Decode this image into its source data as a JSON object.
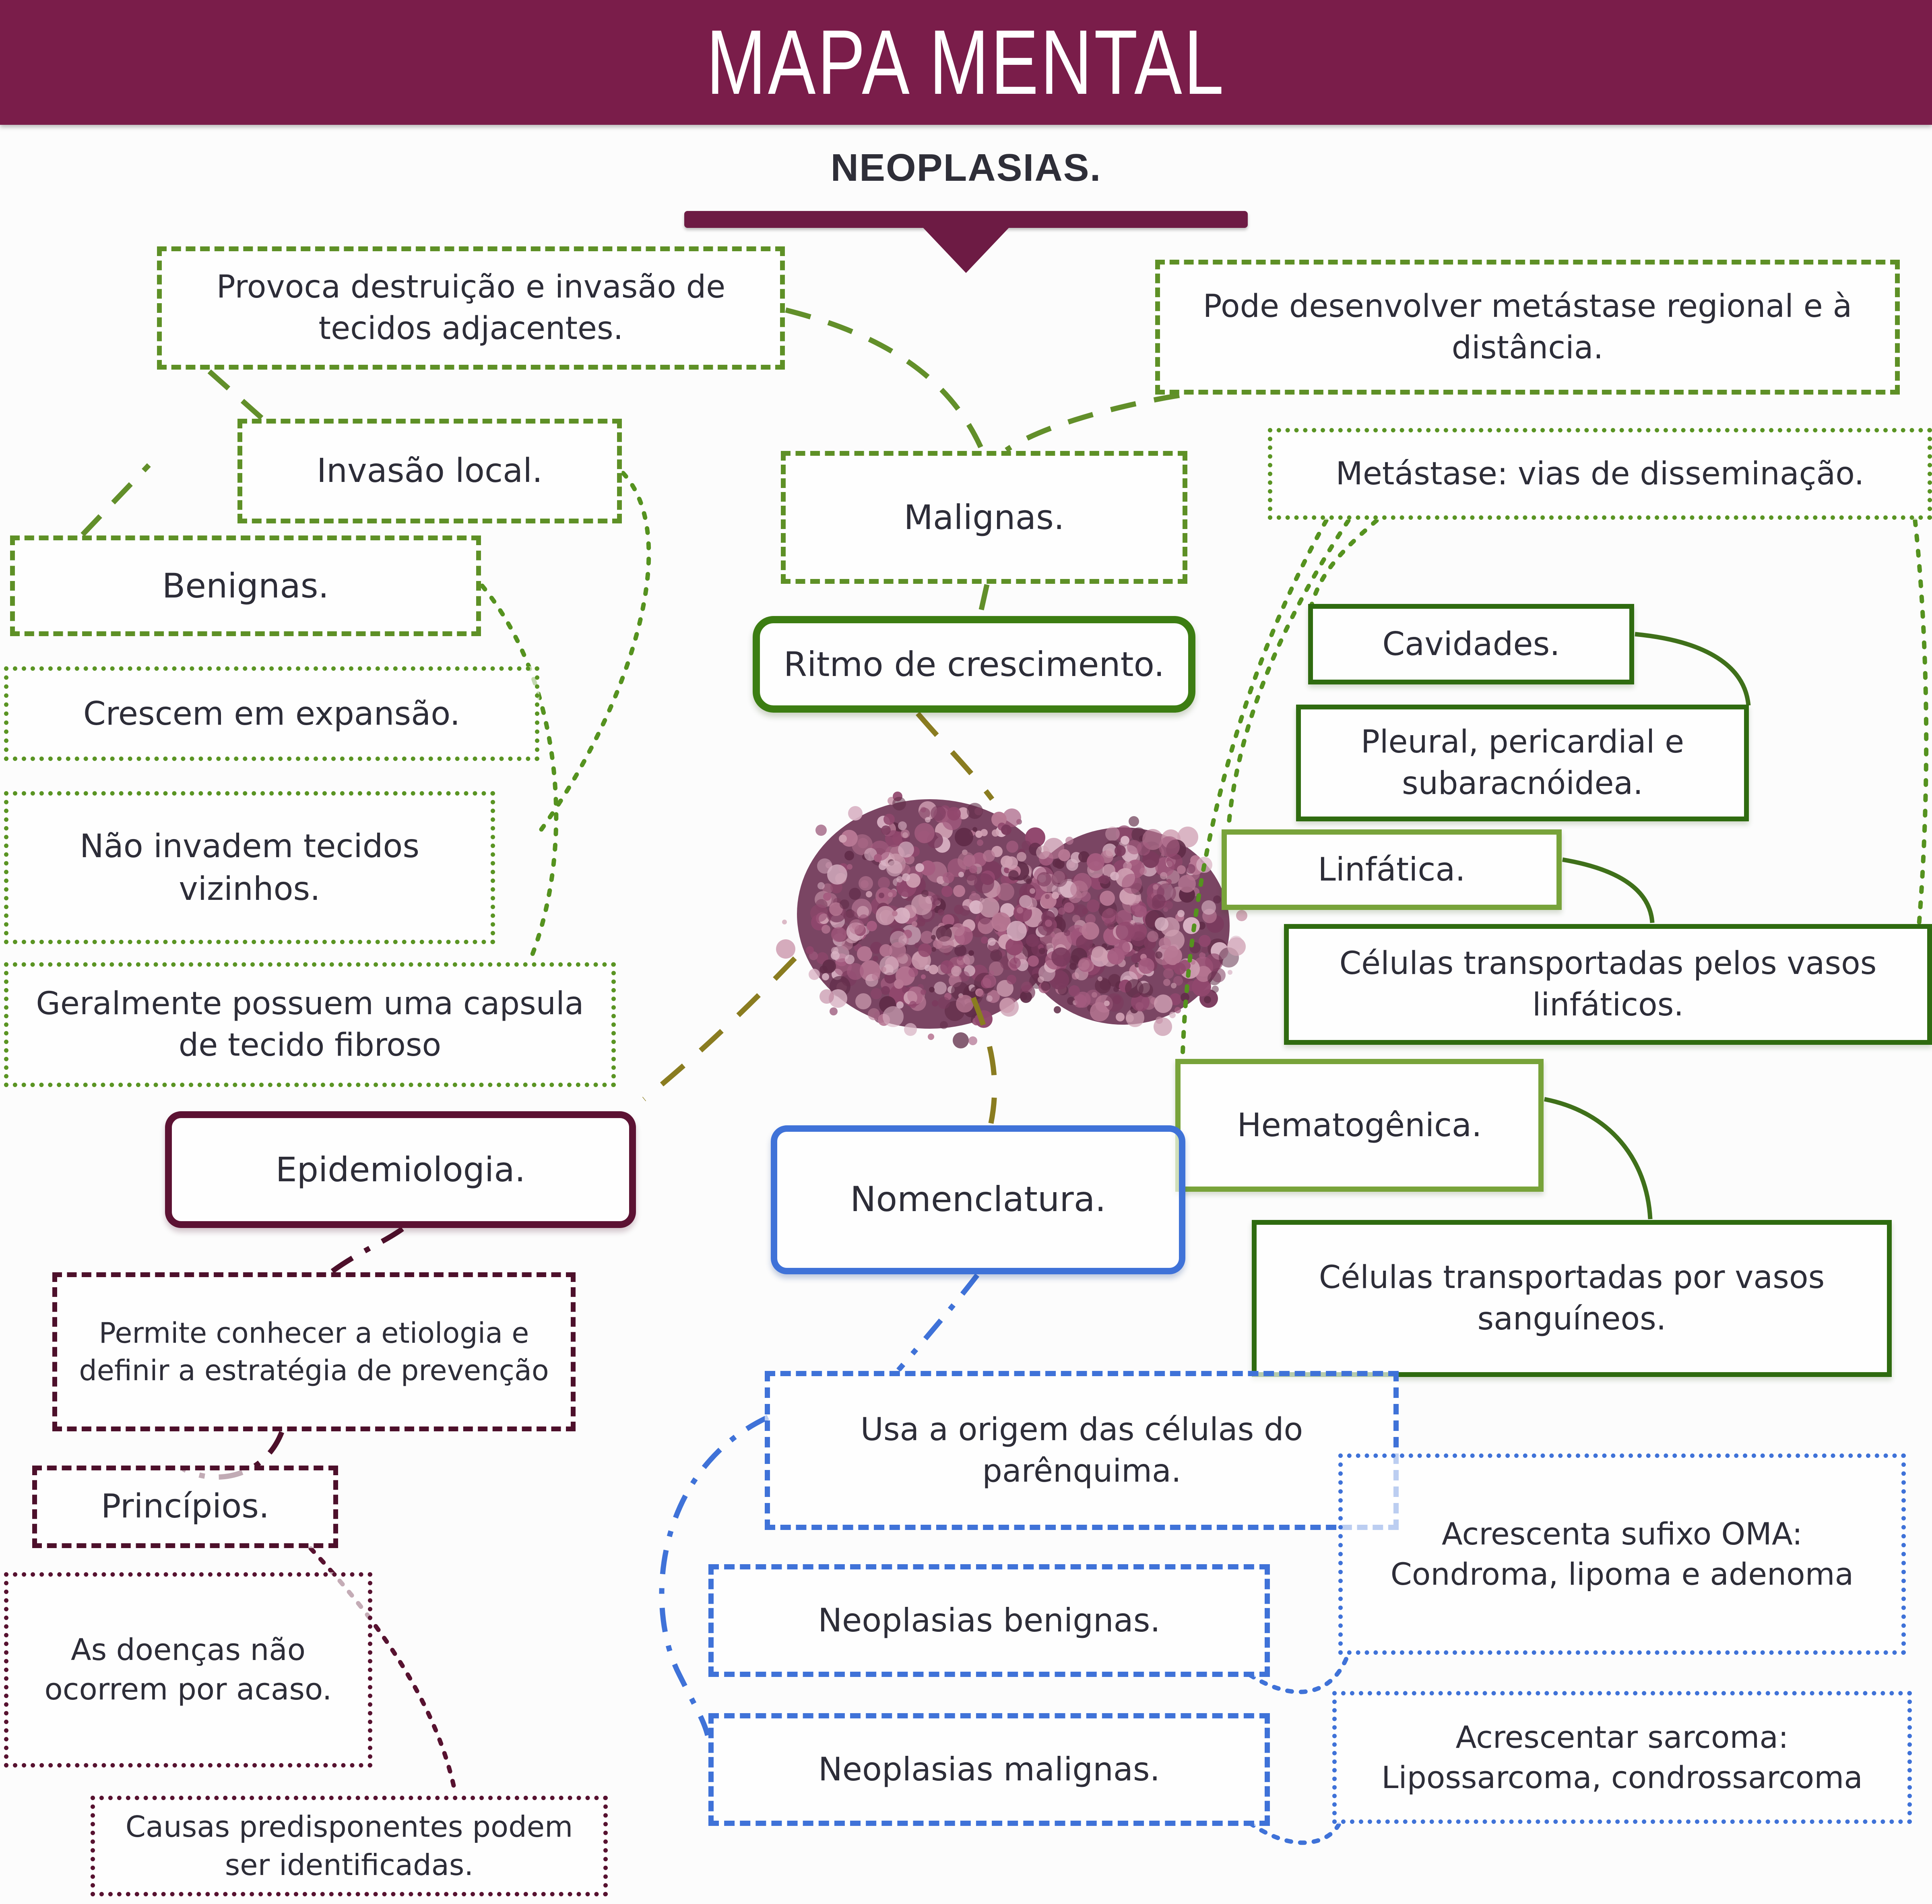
{
  "header": {
    "title": "MAPA MENTAL",
    "bg_color": "#7a1d4a"
  },
  "subtitle": "NEOPLASIAS.",
  "palette": {
    "maroon_header": "#7a1d4a",
    "maroon_bar": "#6d1b44",
    "maroon_border": "#4d102b",
    "green_dashed": "#5e9026",
    "green_dotted": "#5a9423",
    "green_solid_dark": "#2f6b10",
    "green_solid_light": "#78a33a",
    "green_round": "#3c7d12",
    "olive_connector": "#8a7c20",
    "blue": "#3f72d8",
    "text": "#2d2d38",
    "cells_purple": "#91476d"
  },
  "boxes": {
    "provoca": {
      "text": "Provoca destruição e invasão de tecidos adjacentes."
    },
    "pode": {
      "text": "Pode desenvolver metástase regional e à distância."
    },
    "invasao": {
      "text": "Invasão local."
    },
    "malignas": {
      "text": "Malignas."
    },
    "metastase": {
      "text": "Metástase: vias de disseminação."
    },
    "benignas": {
      "text": "Benignas."
    },
    "crescem": {
      "text": "Crescem em expansão."
    },
    "nao_invadem": {
      "text": "Não invadem tecidos vizinhos."
    },
    "geralmente": {
      "text": "Geralmente possuem uma capsula de tecido fibroso"
    },
    "ritmo": {
      "text": "Ritmo de crescimento."
    },
    "cavidades": {
      "text": "Cavidades."
    },
    "pleural": {
      "text": "Pleural, pericardial e subaracnóidea."
    },
    "linfatica": {
      "text": "Linfática."
    },
    "celulas_linf": {
      "text": "Células transportadas pelos vasos linfáticos."
    },
    "hematogenica": {
      "text": "Hematogênica."
    },
    "celulas_sang": {
      "text": "Células transportadas por vasos sanguíneos."
    },
    "epidemiologia": {
      "text": "Epidemiologia."
    },
    "permite": {
      "text": "Permite conhecer a etiologia e definir a estratégia de prevenção"
    },
    "principios": {
      "text": "Princípios."
    },
    "doencas": {
      "text": "As doenças não ocorrem por acaso."
    },
    "causas": {
      "text": "Causas predisponentes podem ser identificadas."
    },
    "nomenclatura": {
      "text": "Nomenclatura."
    },
    "usa": {
      "text": "Usa a origem das células do parênquima."
    },
    "neo_benignas": {
      "text": "Neoplasias benignas."
    },
    "neo_malignas": {
      "text": "Neoplasias malignas."
    },
    "oma": {
      "text": "Acrescenta sufixo OMA: Condroma, lipoma e adenoma"
    },
    "sarcoma": {
      "text": "Acrescentar sarcoma: Lipossarcoma, condrossarcoma"
    }
  }
}
